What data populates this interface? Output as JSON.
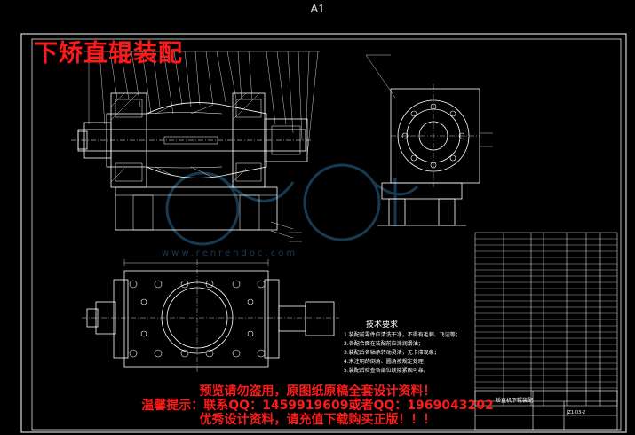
{
  "sheet": {
    "size_label": "A1"
  },
  "overlay": {
    "title": "下矫直辊装配"
  },
  "notices": [
    "预览请勿盗用，原图纸原稿全套设计资料！",
    "温馨提示：联系QQ：1459919609或者QQ：1969043202",
    "优秀设计资料，请充值下载购买正版！！！"
  ],
  "tech_requirements": {
    "title": "技术要求",
    "items": [
      "1.装配前零件应清洗干净，不得有毛刺、飞边等；",
      "2.各配合面在装配前应涂润滑油；",
      "3.装配后各轴承转动灵活，无卡滞现象；",
      "4.未注明的倒角、圆角按规定处理；",
      "5.装配后检查各部位联接紧固可靠。"
    ]
  },
  "title_block": {
    "drawing_name": "矫直机下辊装配",
    "drawing_code": "JZ1-03-2"
  },
  "watermark": {
    "url": "www.renrendoc.com"
  },
  "colors": {
    "background": "#000000",
    "lines": "#ffffff",
    "overlay_text": "#ff1a1a",
    "watermark": "#1b4b6f"
  }
}
